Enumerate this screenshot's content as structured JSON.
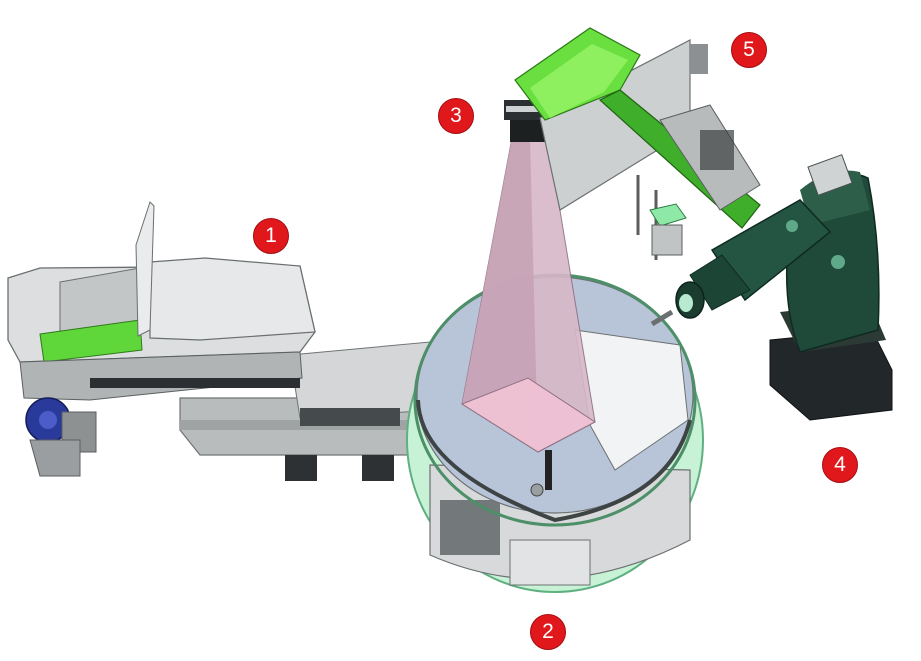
{
  "markers": [
    {
      "id": "1",
      "label": "1"
    },
    {
      "id": "2",
      "label": "2"
    },
    {
      "id": "3",
      "label": "3"
    },
    {
      "id": "4",
      "label": "4"
    },
    {
      "id": "5",
      "label": "5"
    }
  ],
  "colors": {
    "marker_fill": "#e0181c",
    "belt_green": "#5fd63a",
    "robot_green": "#1f4a3a",
    "ring_green": "#bff0d0",
    "camera_cone": "#d8b8c8",
    "machine_grey": "#c9cbcc",
    "motor_blue": "#2a3a9a"
  }
}
